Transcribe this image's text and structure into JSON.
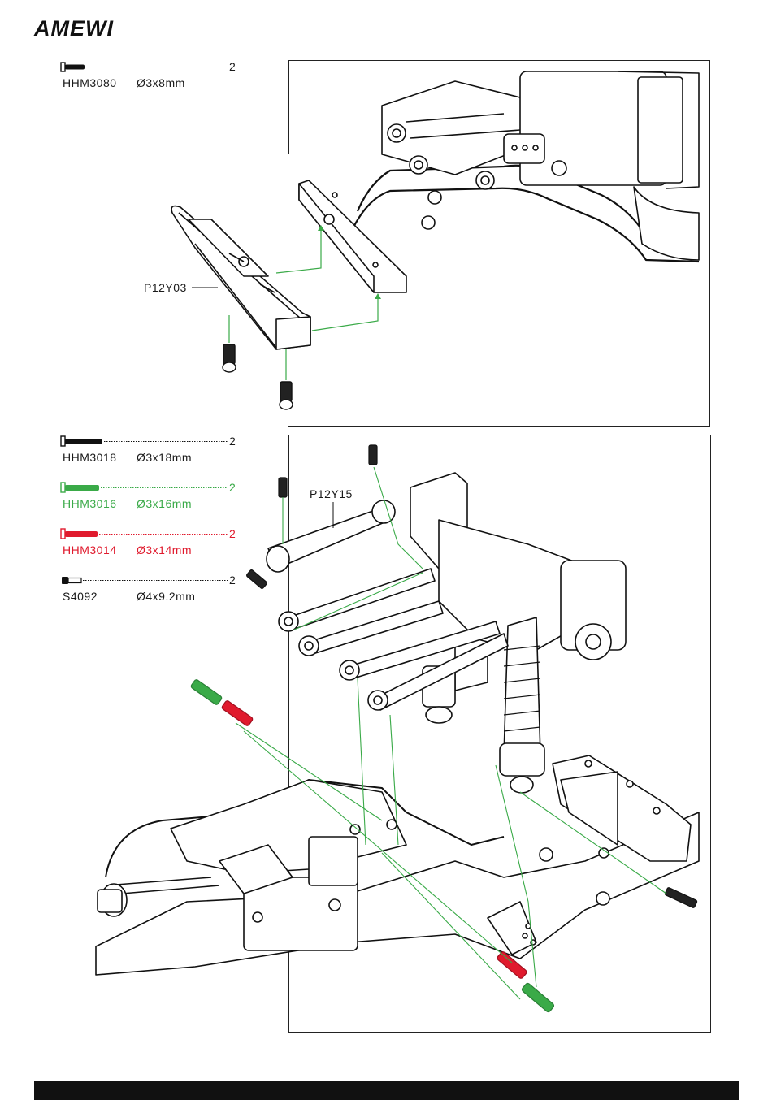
{
  "header": {
    "brand": "AMEWI"
  },
  "colors": {
    "green": "#3aaa48",
    "red": "#e01a2d",
    "black": "#1a1a1a"
  },
  "step1": {
    "screws": [
      {
        "code": "HHM3080",
        "size": "Ø3x8mm",
        "qty": "2",
        "color": "black"
      }
    ],
    "part_label": "P12Y03"
  },
  "step2": {
    "screws": [
      {
        "code": "HHM3018",
        "size": "Ø3x18mm",
        "qty": "2",
        "color": "black"
      },
      {
        "code": "HHM3016",
        "size": "Ø3x16mm",
        "qty": "2",
        "color": "green"
      },
      {
        "code": "HHM3014",
        "size": "Ø3x14mm",
        "qty": "2",
        "color": "red"
      },
      {
        "code": "S4092",
        "size": "Ø4x9.2mm",
        "qty": "2",
        "color": "black"
      }
    ],
    "part_label": "P12Y15"
  }
}
